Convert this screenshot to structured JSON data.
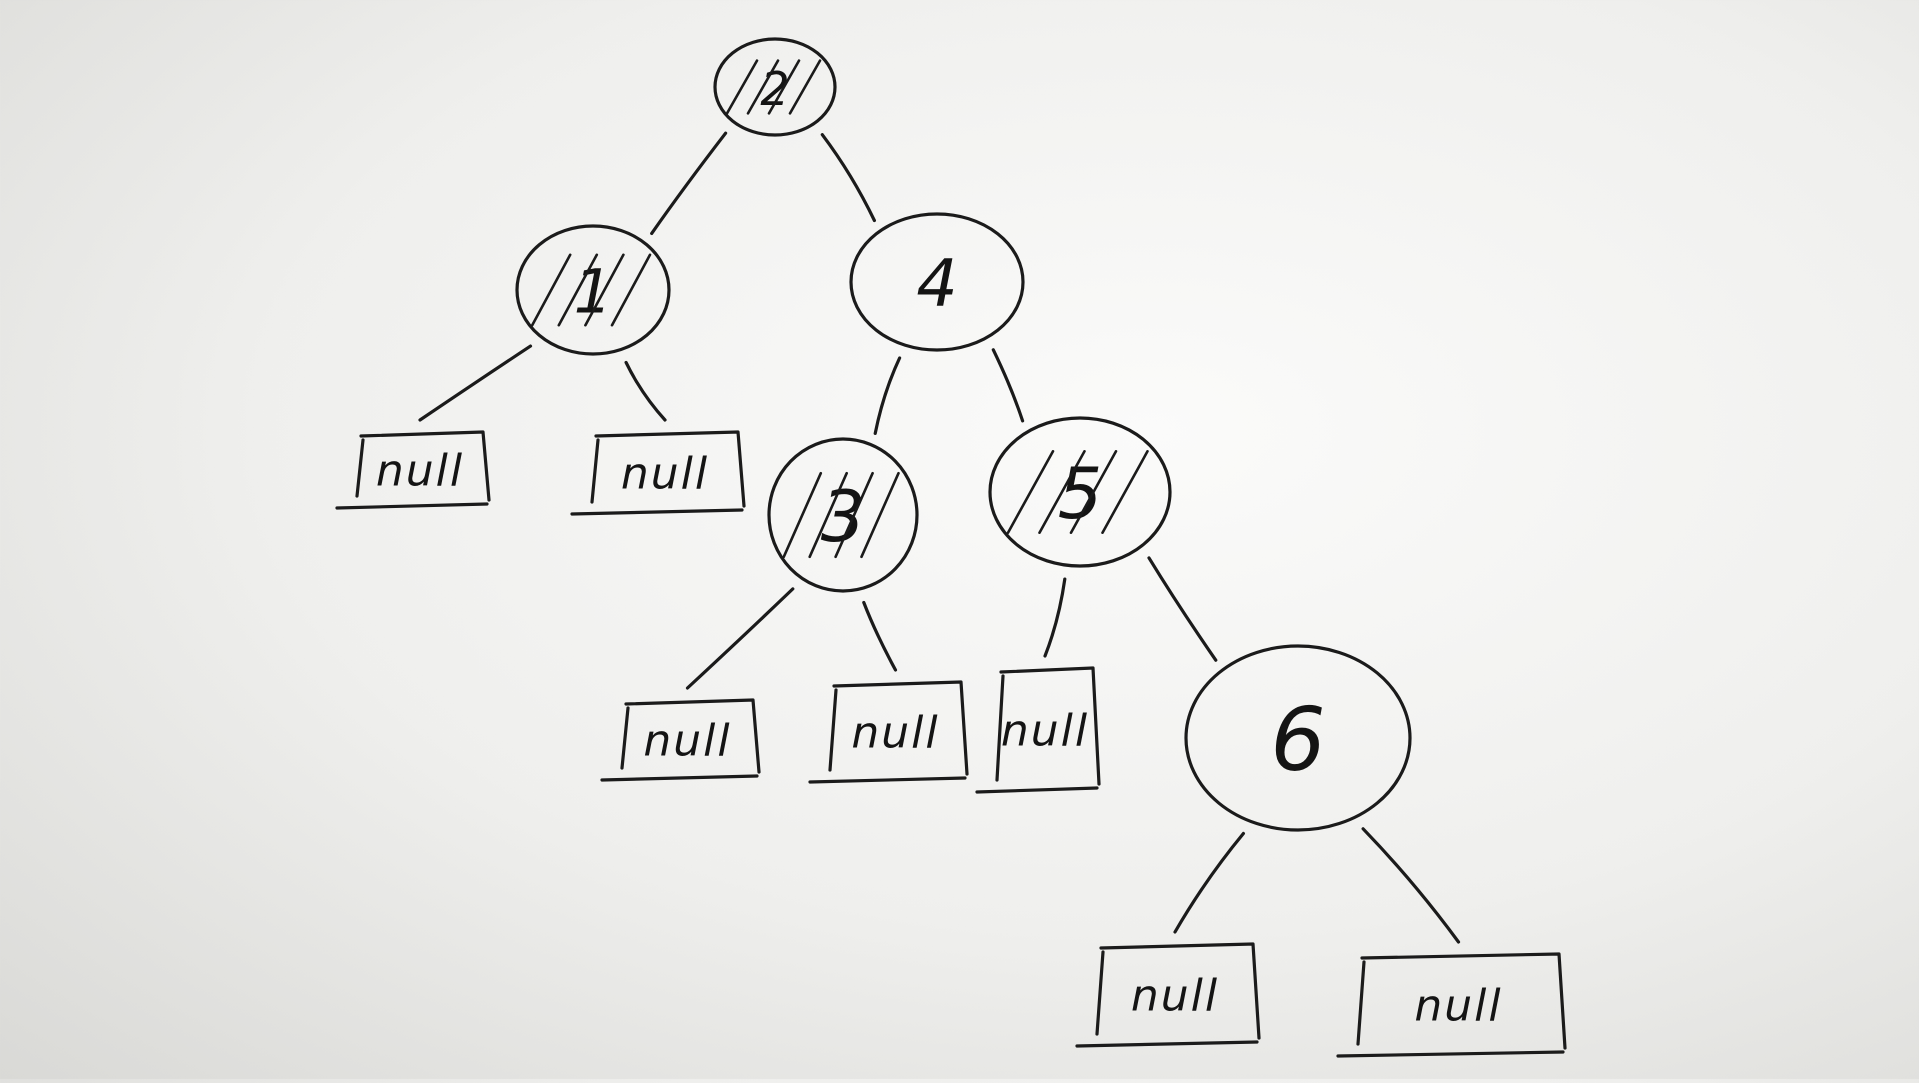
{
  "diagram": {
    "type": "binary-tree",
    "nodes": [
      {
        "id": "n2",
        "label": "2",
        "crossed_out": true
      },
      {
        "id": "n1",
        "label": "1",
        "crossed_out": true
      },
      {
        "id": "n4",
        "label": "4",
        "crossed_out": false
      },
      {
        "id": "n3",
        "label": "3",
        "crossed_out": true
      },
      {
        "id": "n5",
        "label": "5",
        "crossed_out": true
      },
      {
        "id": "n6",
        "label": "6",
        "crossed_out": false
      }
    ],
    "null_leaves": [
      {
        "id": "null1",
        "label": "null",
        "parent": "n1",
        "side": "left"
      },
      {
        "id": "null2",
        "label": "null",
        "parent": "n1",
        "side": "right"
      },
      {
        "id": "null3",
        "label": "null",
        "parent": "n3",
        "side": "left"
      },
      {
        "id": "null4",
        "label": "null",
        "parent": "n3",
        "side": "right"
      },
      {
        "id": "null5",
        "label": "null",
        "parent": "n5",
        "side": "left"
      },
      {
        "id": "null6",
        "label": "null",
        "parent": "n6",
        "side": "left"
      },
      {
        "id": "null7",
        "label": "null",
        "parent": "n6",
        "side": "right"
      }
    ],
    "edges": [
      {
        "from": "n2",
        "to": "n1"
      },
      {
        "from": "n2",
        "to": "n4"
      },
      {
        "from": "n4",
        "to": "n3"
      },
      {
        "from": "n4",
        "to": "n5"
      },
      {
        "from": "n5",
        "to": "n6"
      },
      {
        "from": "n1",
        "to": "null1"
      },
      {
        "from": "n1",
        "to": "null2"
      },
      {
        "from": "n3",
        "to": "null3"
      },
      {
        "from": "n3",
        "to": "null4"
      },
      {
        "from": "n5",
        "to": "null5"
      },
      {
        "from": "n6",
        "to": "null6"
      },
      {
        "from": "n6",
        "to": "null7"
      }
    ]
  }
}
